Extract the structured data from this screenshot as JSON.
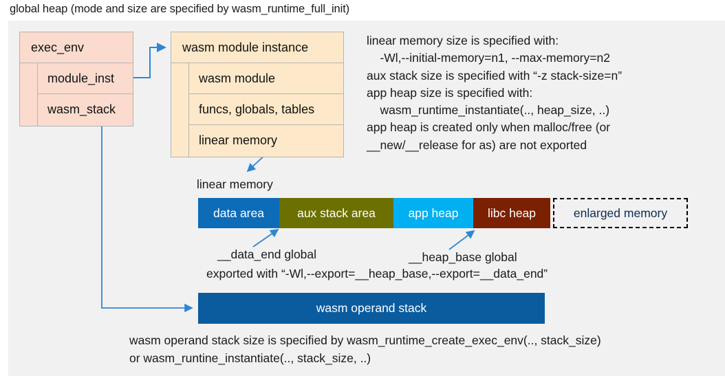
{
  "title": "global heap (mode and size are specified by wasm_runtime_full_init)",
  "exec_env_box": {
    "header": "exec_env",
    "rows": [
      "module_inst",
      "wasm_stack"
    ],
    "fill": "#fadbcd"
  },
  "module_instance_box": {
    "header": "wasm module instance",
    "rows": [
      "wasm module",
      "funcs, globals, tables",
      "linear memory"
    ],
    "fill": "#fde9c9"
  },
  "note": "linear memory size is specified with:\n    -Wl,--initial-memory=n1, --max-memory=n2\naux stack size is specified with “-z stack-size=n”\napp heap size is specified with:\n    wasm_runtime_instantiate(.., heap_size, ..)\napp heap is created only when malloc/free (or\n__new/__release for as) are not exported",
  "linear_memory_label": "linear memory",
  "memory_bar": {
    "segments": [
      {
        "label": "data area",
        "color": "#0d6cb8",
        "width": 118
      },
      {
        "label": "aux stack area",
        "color": "#6b7000",
        "width": 166
      },
      {
        "label": "app heap",
        "color": "#00b0f0",
        "width": 116
      },
      {
        "label": "libc heap",
        "color": "#7b2000",
        "width": 112
      },
      {
        "label": "enlarged memory",
        "color": "#f1f1f1",
        "width": 196,
        "dashed": true
      }
    ]
  },
  "annotations": {
    "data_end": "__data_end global",
    "heap_base": "__heap_base global",
    "exported": "exported with “-Wl,--export=__heap_base,--export=__data_end”"
  },
  "operand_stack": {
    "label": "wasm operand stack",
    "color": "#0a5c9e"
  },
  "bottom_note": "wasm operand stack size is specified by wasm_runtime_create_exec_env(.., stack_size)\nor wasm_runtine_instantiate(.., stack_size, ..)",
  "colors": {
    "panel_background": "#f1f1f1",
    "connector": "#2e86d4",
    "text": "#1a1a1a"
  }
}
